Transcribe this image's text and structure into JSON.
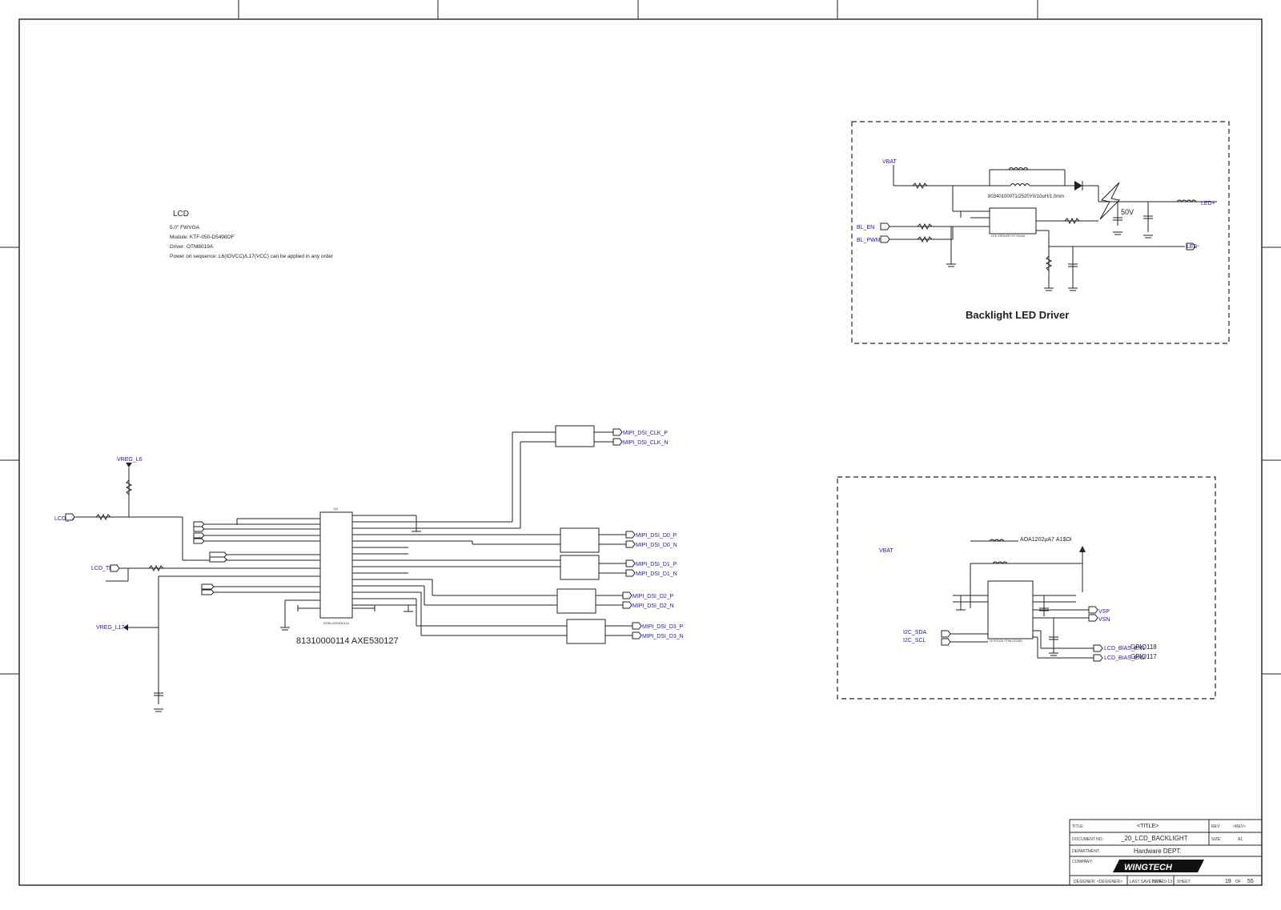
{
  "lcd_note": {
    "title": "LCD",
    "lines": [
      "5.0\" FWVGA",
      "Module: KTF-050-D5498OF",
      "Driver: OTM8019A",
      "Power on sequence: L6(IOVCC)/L17(VCC) can be applied in any order"
    ]
  },
  "connector": {
    "ref": "J11",
    "caption": "81310000114 AXE530127",
    "sub": "KF86-AXE530124"
  },
  "backlight": {
    "title": "Backlight LED Driver",
    "part_note": "80340100071/2520Y0/10uH/1.0mm",
    "voltage": "50V",
    "ic": "LED DRIVER SY7519A"
  },
  "second_block": {
    "header": "AOA1202μA7 A1$OI",
    "gpio_a": "GPIO118",
    "gpio_b": "GPIO117",
    "ic": "OCP2131 TPM-G015D"
  },
  "title_block": {
    "title_label": "TITLE:",
    "title_value": "<TITLE>",
    "rev_label": "REV:",
    "rev_value": "<REV>",
    "docno_label": "DOCUMENT NO.:",
    "docno_value": "_20_LCD_BACKLIGHT",
    "size_label": "SIZE:",
    "size_value": "A1",
    "dept_label": "DEPARTMENT:",
    "dept_value": "Hardware DEPT.",
    "company_label": "COMPANY:",
    "company_value": "WINGTECH",
    "designer_label": "DESIGNER:",
    "designer_value": "<DESIGNER>",
    "date_label": "LAST SAVE DATE:",
    "date_value": "2014-10-13",
    "sheet_label": "SHEET",
    "sheet_value": "19",
    "of_label": "OF",
    "of_value": "55"
  },
  "nets": {
    "lcd_top": "VREG_L6",
    "lcd_left": "LCD_ID",
    "lcd_pwm": "LCD_TE",
    "lcd_bottom_left": "VREG_L17",
    "bl_vin": "VBAT",
    "bl_en": "BL_EN",
    "bl_pwm": "BL_PWM",
    "bl_out": "LED+",
    "bl_fb": "LED-",
    "b2_vcc": "VBAT",
    "b2_sda": "I2C_SDA",
    "b2_scl": "I2C_SCL",
    "b2_p1": "VSP",
    "b2_p2": "VSN",
    "b2_e1": "LCD_BIAS_EN1",
    "b2_e2": "LCD_BIAS_EN2",
    "bead1_a": "MIPI_DSI_CLK_P",
    "bead1_b": "MIPI_DSI_CLK_N",
    "bead2_a": "MIPI_DSI_D0_P",
    "bead2_b": "MIPI_DSI_D0_N",
    "bead3_a": "MIPI_DSI_D1_P",
    "bead3_b": "MIPI_DSI_D1_N",
    "bead4_a": "MIPI_DSI_D2_P",
    "bead4_b": "MIPI_DSI_D2_N",
    "bead5_a": "MIPI_DSI_D3_P",
    "bead5_b": "MIPI_DSI_D3_N"
  }
}
